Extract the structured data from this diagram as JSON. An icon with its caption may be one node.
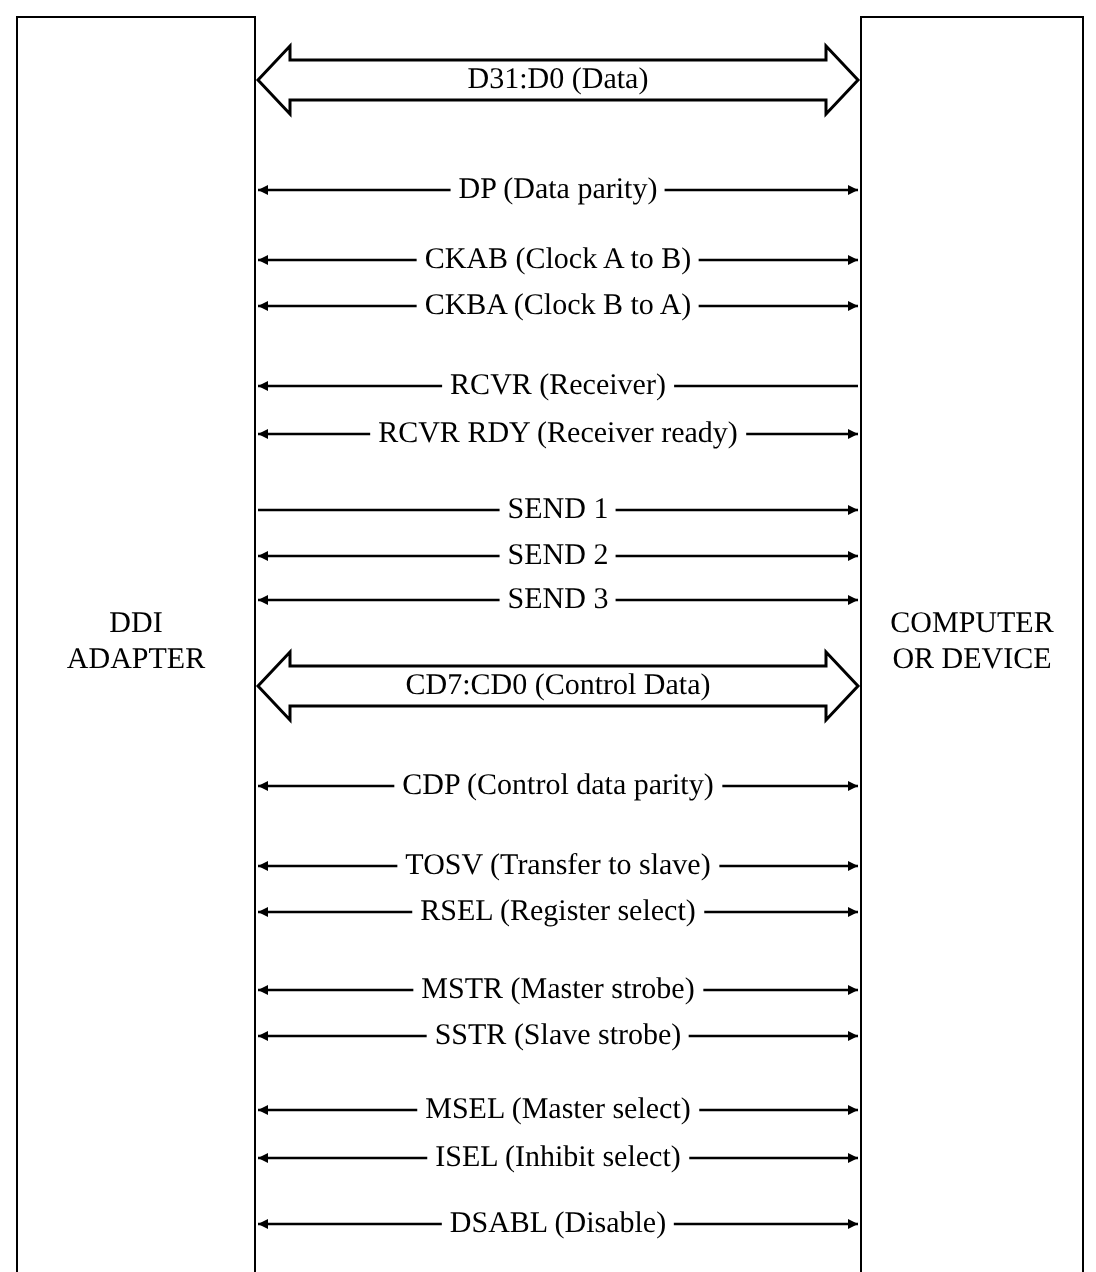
{
  "diagram": {
    "nodes": [
      {
        "text": [
          "DDI ADAPTER"
        ]
      },
      {
        "text": [
          "COMPUTER OR DEVICE"
        ]
      }
    ],
    "edges": [
      {
        "from": 0,
        "to": 1,
        "arrow": "both",
        "label": "D31:D0 (Data)",
        "style": "thick"
      },
      {
        "from": 0,
        "to": 1,
        "arrow": "both",
        "label": "DP (Data parity)"
      },
      {
        "from": 0,
        "to": 1,
        "arrow": "both",
        "label": "CKAB (Clock A to B)"
      },
      {
        "from": 0,
        "to": 1,
        "arrow": "both",
        "label": "CKBA (Clock B to A)"
      },
      {
        "from": 1,
        "to": 0,
        "arrow": "to",
        "label": "RCVR (Receiver)"
      },
      {
        "from": 0,
        "to": 1,
        "arrow": "both",
        "label": "RCVR RDY (Receiver ready)"
      },
      {
        "from": 0,
        "to": 1,
        "arrow": "to",
        "label": "SEND 1"
      },
      {
        "from": 0,
        "to": 1,
        "arrow": "both",
        "label": "SEND 2"
      },
      {
        "from": 0,
        "to": 1,
        "arrow": "both",
        "label": "SEND 3"
      },
      {
        "from": 0,
        "to": 1,
        "arrow": "both",
        "label": "CD7:CD0 (Control Data)",
        "style": "thick"
      },
      {
        "from": 0,
        "to": 1,
        "arrow": "both",
        "label": "CDP (Control data parity)"
      },
      {
        "from": 0,
        "to": 1,
        "arrow": "both",
        "label": "TOSV (Transfer to slave)"
      },
      {
        "from": 0,
        "to": 1,
        "arrow": "both",
        "label": "RSEL (Register select)"
      },
      {
        "from": 0,
        "to": 1,
        "arrow": "both",
        "label": "MSTR (Master strobe)"
      },
      {
        "from": 0,
        "to": 1,
        "arrow": "both",
        "label": "SSTR (Slave strobe)"
      },
      {
        "from": 0,
        "to": 1,
        "arrow": "both",
        "label": "MSEL (Master select)"
      },
      {
        "from": 0,
        "to": 1,
        "arrow": "both",
        "label": "ISEL (Inhibit select)"
      },
      {
        "from": 0,
        "to": 1,
        "arrow": "both",
        "label": "DSABL (Disable)"
      }
    ]
  }
}
